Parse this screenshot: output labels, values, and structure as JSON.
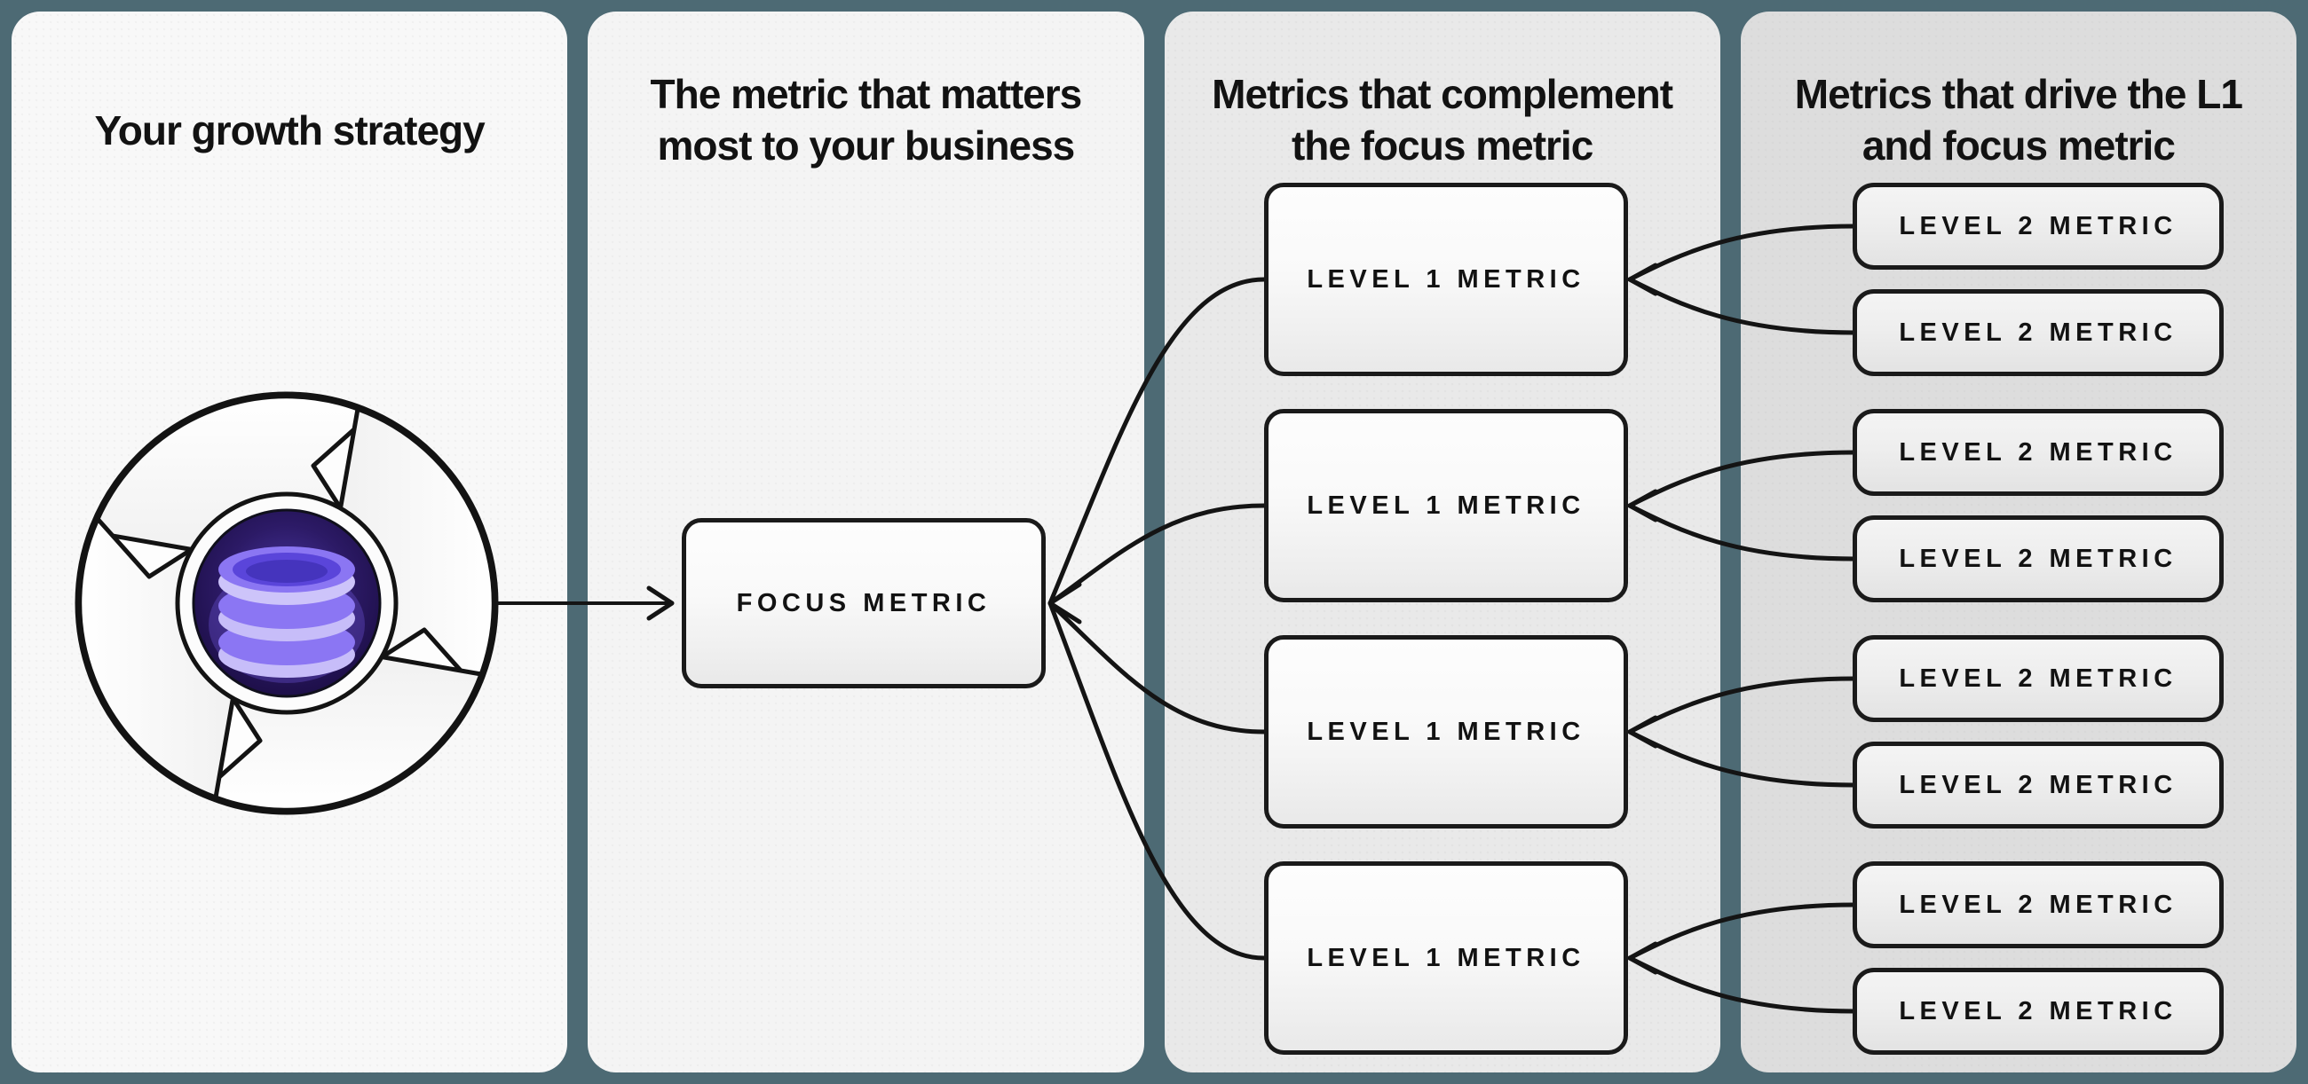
{
  "colors": {
    "background_teal": "#4d6a74",
    "panel_1": "#f8f8f8",
    "panel_2": "#f4f4f4",
    "panel_3": "#e9e9e9",
    "panel_4": "#dddddd",
    "line": "#141414",
    "box_border": "#1a1a1a",
    "hub_indigo": "#2c1a66",
    "database_purple": "#8b76f3"
  },
  "columns": [
    {
      "title_lines": [
        "Your growth strategy"
      ],
      "icon": "growth-flywheel-database-icon",
      "boxes": []
    },
    {
      "title_lines": [
        "The metric that matters",
        "most to your business"
      ],
      "boxes": [
        "FOCUS METRIC"
      ]
    },
    {
      "title_lines": [
        "Metrics that complement",
        "the focus metric"
      ],
      "boxes": [
        "LEVEL 1 METRIC",
        "LEVEL 1 METRIC",
        "LEVEL 1 METRIC",
        "LEVEL 1 METRIC"
      ]
    },
    {
      "title_lines": [
        "Metrics that drive the L1",
        "and focus metric"
      ],
      "boxes": [
        "LEVEL 2 METRIC",
        "LEVEL 2 METRIC",
        "LEVEL 2 METRIC",
        "LEVEL 2 METRIC",
        "LEVEL 2 METRIC",
        "LEVEL 2 METRIC",
        "LEVEL 2 METRIC",
        "LEVEL 2 METRIC"
      ]
    }
  ]
}
